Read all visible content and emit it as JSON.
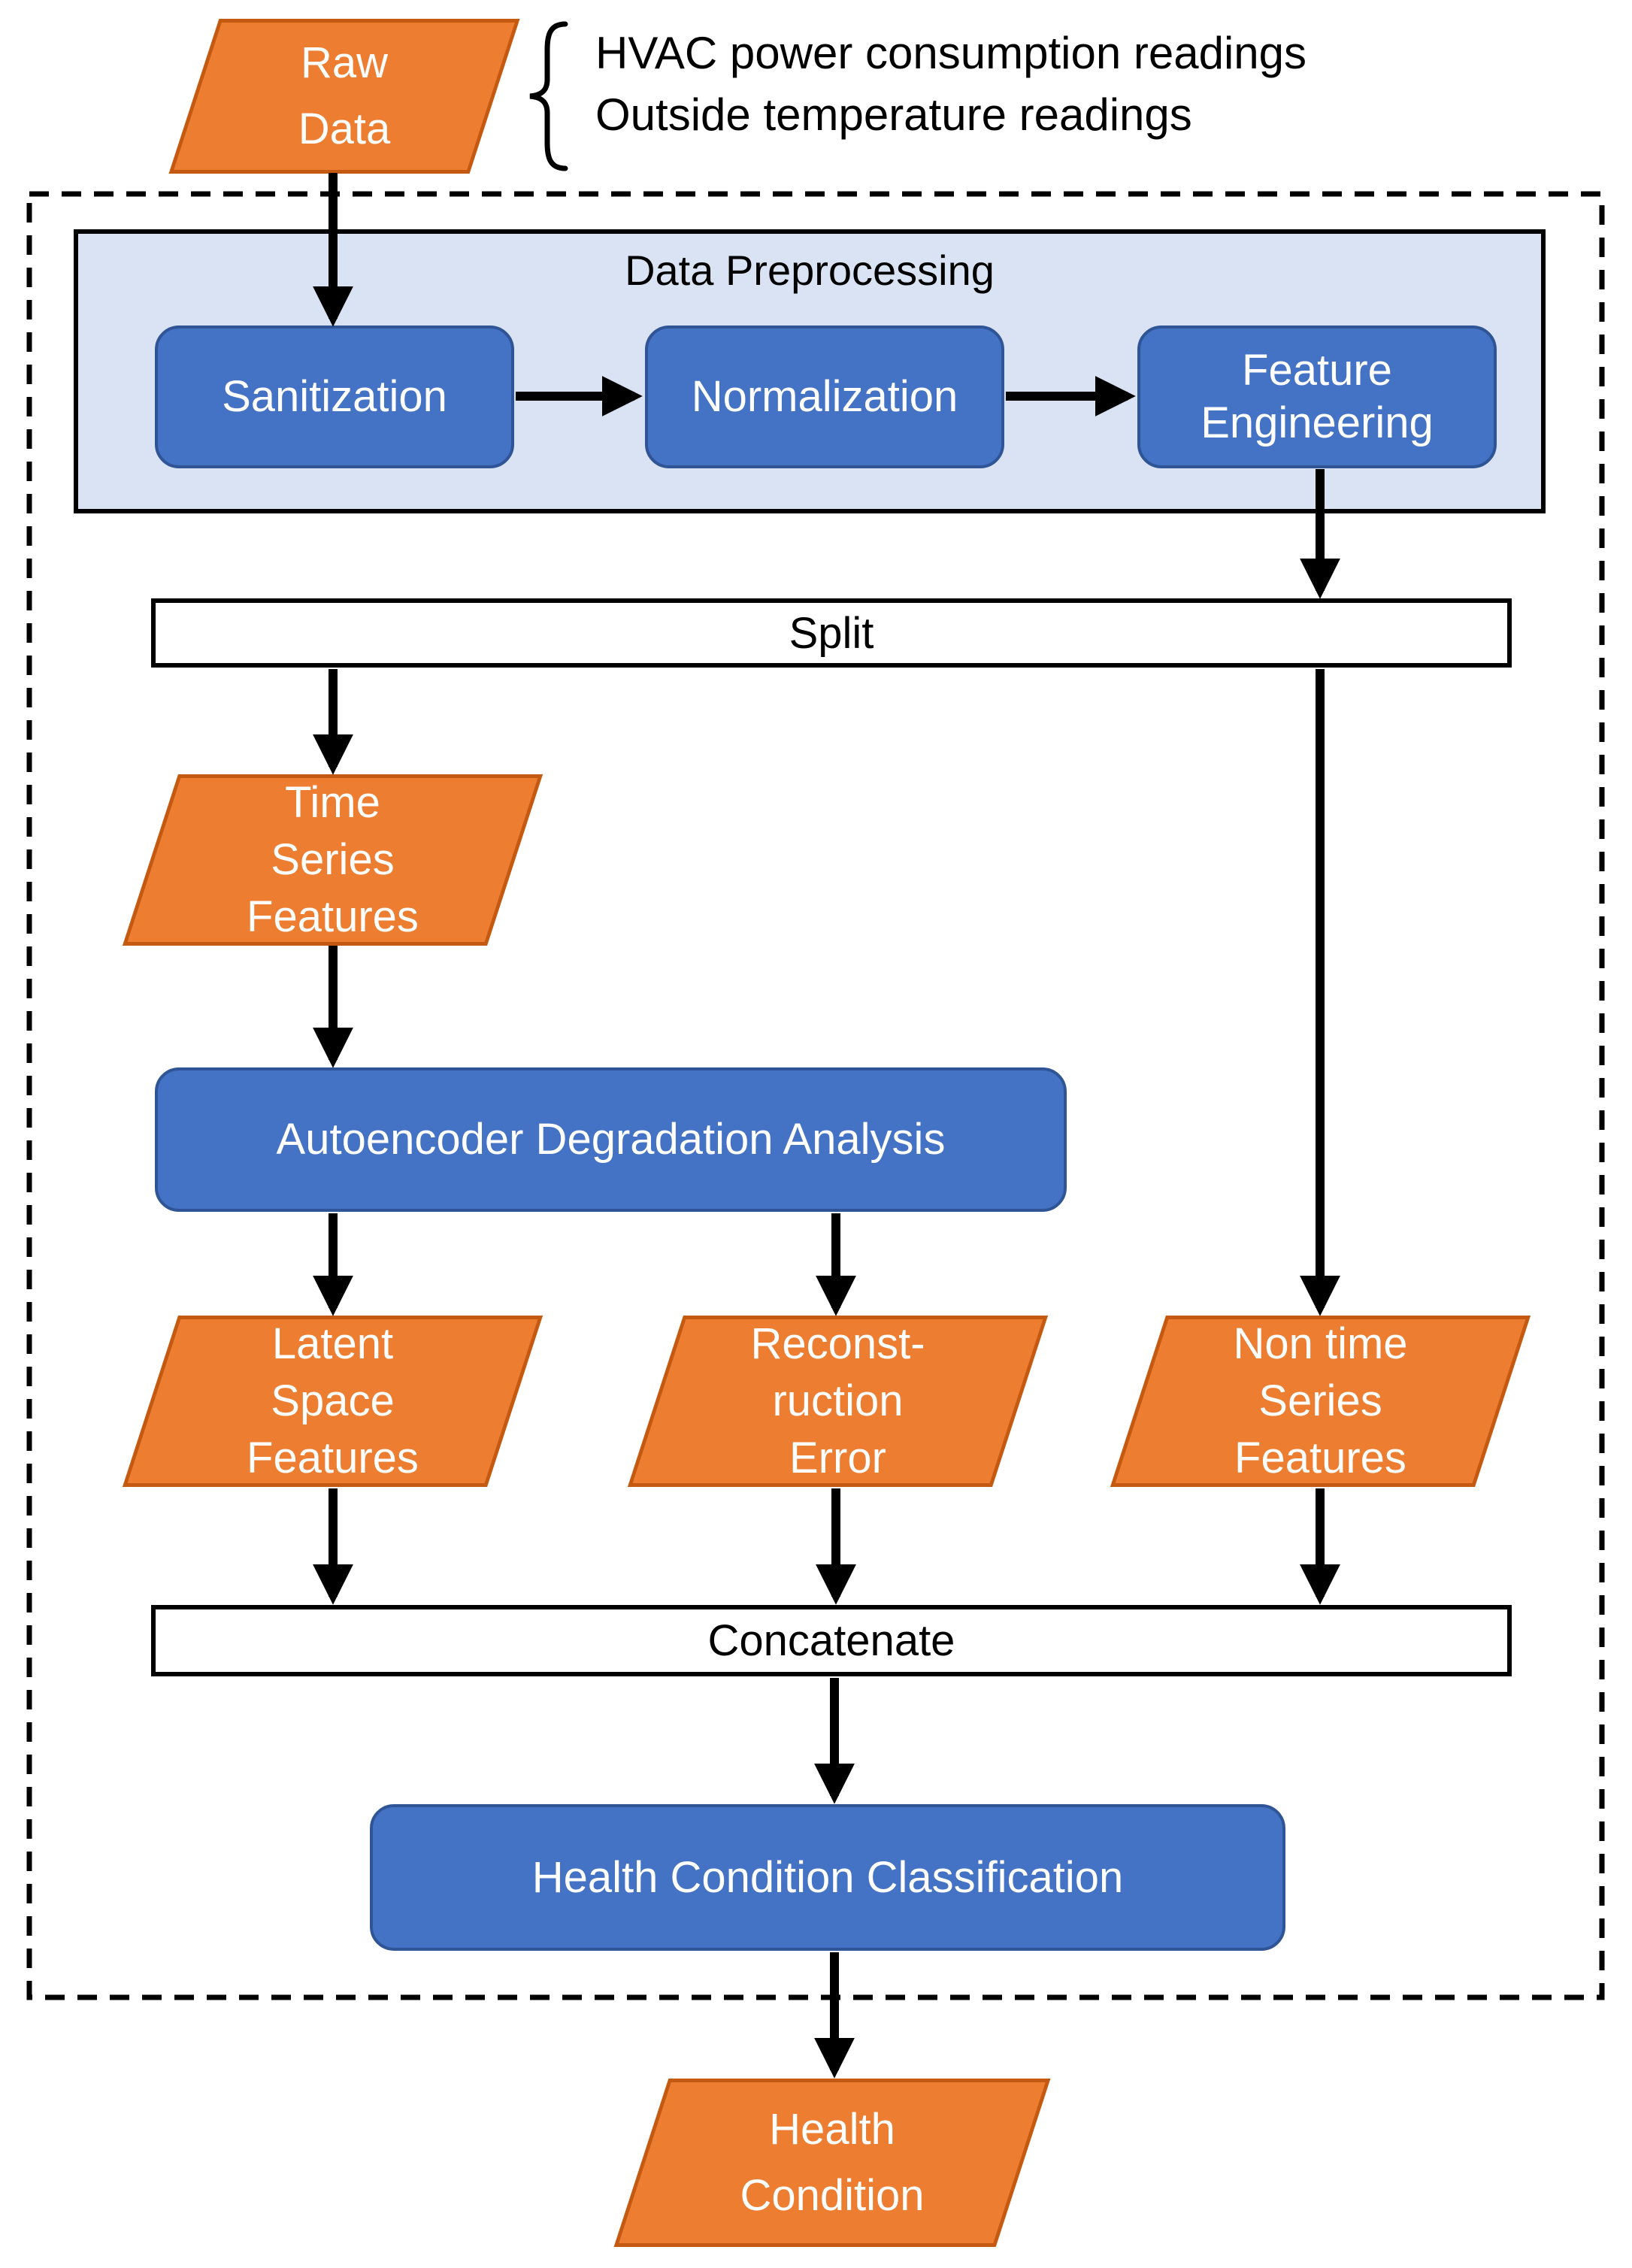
{
  "colors": {
    "orange": "#ED7D31",
    "orange_border": "#C45911",
    "blue": "#4472C4",
    "blue_border": "#2F5597",
    "panel_fill": "#DAE3F3",
    "outline": "#000000",
    "text_light": "#FFFFFF",
    "text_dark": "#000000"
  },
  "nodes": {
    "raw_data": [
      "Raw",
      "Data"
    ],
    "annotation": [
      "HVAC power consumption readings",
      "Outside temperature readings"
    ],
    "preprocessing_title": "Data Preprocessing",
    "sanitization": "Sanitization",
    "normalization": "Normalization",
    "feature_engineering": [
      "Feature",
      "Engineering"
    ],
    "split": "Split",
    "time_series_features": [
      "Time",
      "Series",
      "Features"
    ],
    "autoencoder": "Autoencoder Degradation Analysis",
    "latent_space_features": [
      "Latent",
      "Space",
      "Features"
    ],
    "reconstruction_error": [
      "Reconst-",
      "ruction",
      "Error"
    ],
    "non_time_series_features": [
      "Non time",
      "Series",
      "Features"
    ],
    "concatenate": "Concatenate",
    "health_condition_classification": "Health Condition Classification",
    "health_condition": [
      "Health",
      "Condition"
    ]
  }
}
